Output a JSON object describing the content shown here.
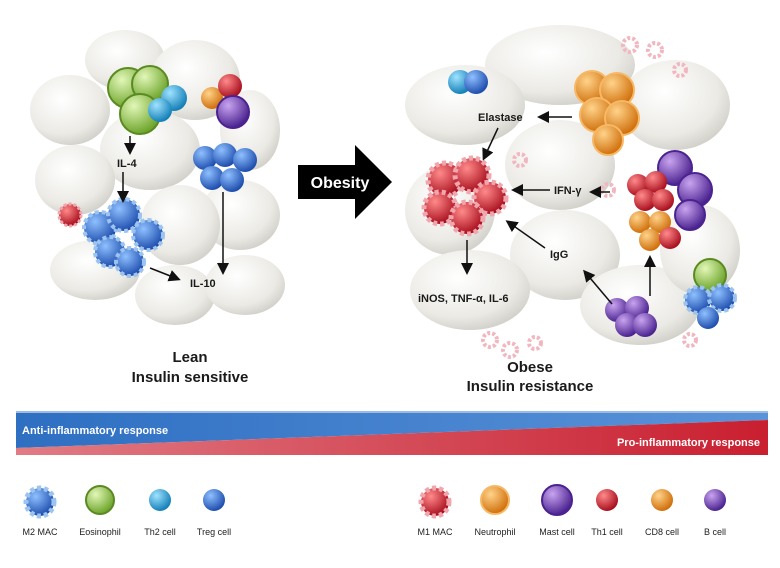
{
  "lean": {
    "title": "Lean",
    "subtitle": "Insulin sensitive",
    "labels": {
      "il4": "IL-4",
      "il10": "IL-10"
    }
  },
  "transition": {
    "label": "Obesity"
  },
  "obese": {
    "title": "Obese",
    "subtitle": "Insulin resistance",
    "labels": {
      "elastase": "Elastase",
      "ifn": "IFN-γ",
      "igg": "IgG",
      "cytokines": "iNOS, TNF-α, IL-6"
    }
  },
  "gradient": {
    "anti": "Anti-inflammatory response",
    "pro": "Pro-inflammatory response",
    "anti_color": "#2e6fc2",
    "pro_color": "#d42a3a"
  },
  "legend_left": [
    {
      "label": "M2 MAC",
      "icon": "m2-mac-icon"
    },
    {
      "label": "Eosinophil",
      "icon": "eosinophil-icon"
    },
    {
      "label": "Th2 cell",
      "icon": "th2-cell-icon"
    },
    {
      "label": "Treg cell",
      "icon": "treg-cell-icon"
    }
  ],
  "legend_right": [
    {
      "label": "M1 MAC",
      "icon": "m1-mac-icon"
    },
    {
      "label": "Neutrophil",
      "icon": "neutrophil-icon"
    },
    {
      "label": "Mast cell",
      "icon": "mast-cell-icon"
    },
    {
      "label": "Th1 cell",
      "icon": "th1-cell-icon"
    },
    {
      "label": "CD8 cell",
      "icon": "cd8-cell-icon"
    },
    {
      "label": "B cell",
      "icon": "b-cell-icon"
    }
  ],
  "colors": {
    "m2": "#3f7fd0",
    "eosinophil": "#8bc34a",
    "th2": "#2fa4d6",
    "treg": "#2b66c4",
    "m1": "#d8243a",
    "neutrophil": "#f39425",
    "mast": "#8b5bb5",
    "th1": "#d42a3a",
    "cd8": "#f08c1c",
    "bcell": "#6e3fb0",
    "adipocyte": "#ecebe6"
  }
}
